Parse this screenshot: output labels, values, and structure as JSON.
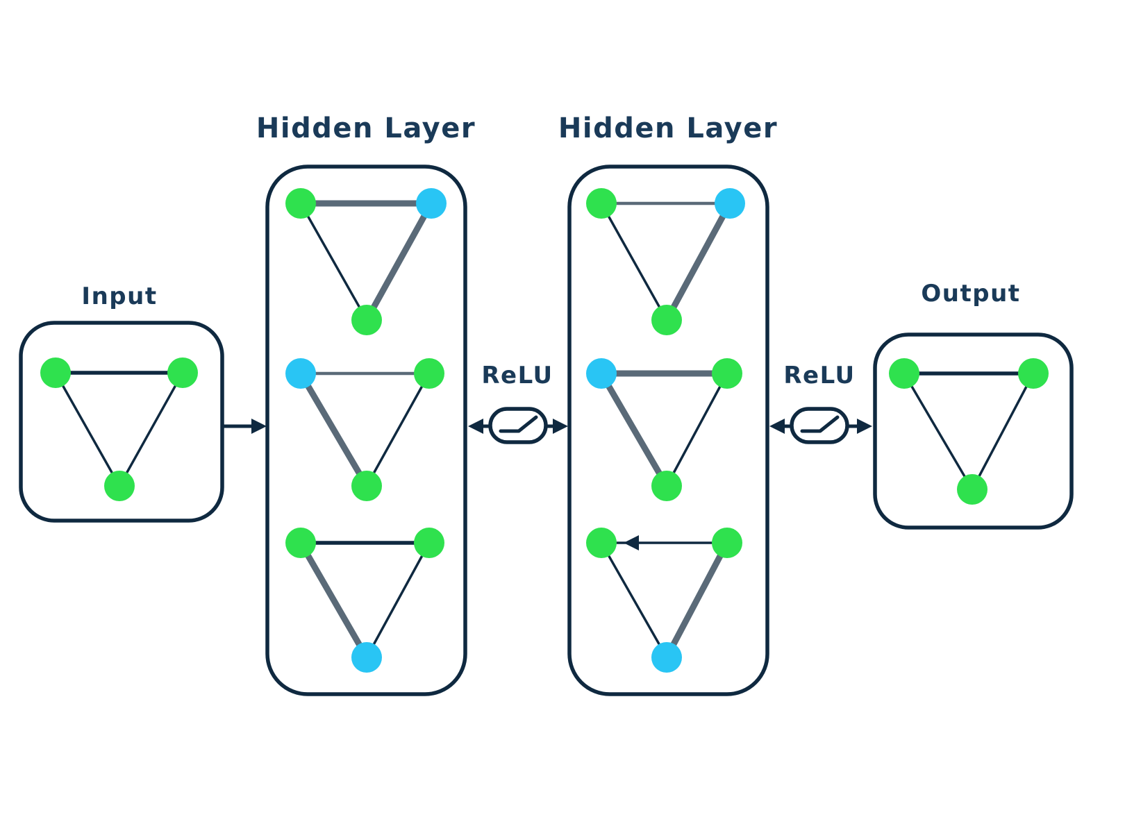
{
  "colors": {
    "background": "#ffffff",
    "outline": "#0f2940",
    "text": "#1a3a58",
    "node_green": "#2fe14e",
    "node_cyan": "#29c5f4",
    "edge_gray": "#5a6a78"
  },
  "labels": {
    "input": "Input",
    "hidden_layer_1": "Hidden Layer",
    "hidden_layer_2": "Hidden Layer",
    "relu_1": "ReLU",
    "relu_2": "ReLU",
    "output": "Output"
  },
  "icons": {
    "activation": "relu-curve-icon",
    "flow": "arrow-icon"
  },
  "graphs": {
    "input": {
      "nodes": [
        "green",
        "green",
        "green"
      ]
    },
    "hidden1": {
      "triangles": [
        {
          "nodes": [
            "green",
            "cyan",
            "green"
          ]
        },
        {
          "nodes": [
            "cyan",
            "green",
            "green"
          ]
        },
        {
          "nodes": [
            "green",
            "green",
            "cyan"
          ]
        }
      ]
    },
    "hidden2": {
      "triangles": [
        {
          "nodes": [
            "green",
            "cyan",
            "green"
          ]
        },
        {
          "nodes": [
            "cyan",
            "green",
            "green"
          ]
        },
        {
          "nodes": [
            "green",
            "green",
            "cyan"
          ]
        }
      ]
    },
    "output": {
      "nodes": [
        "green",
        "green",
        "green"
      ]
    }
  }
}
